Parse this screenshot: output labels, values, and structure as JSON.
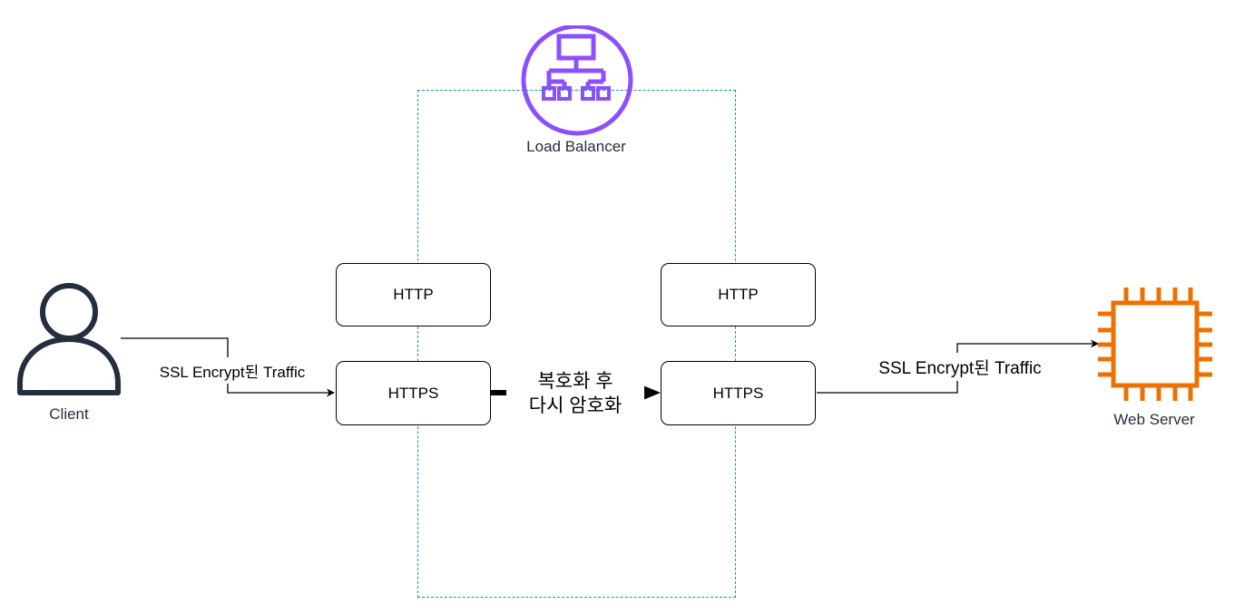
{
  "diagram": {
    "load_balancer": {
      "label": "Load Balancer",
      "icon": "load-balancer-icon",
      "color": "#8c4fff",
      "boundary_color": "#1f8ec2"
    },
    "client": {
      "label": "Client",
      "icon": "user-icon",
      "color": "#232f3e"
    },
    "web_server": {
      "label": "Web Server",
      "icon": "ec2-instance-icon",
      "color": "#ed7100"
    },
    "listeners": {
      "left_http": "HTTP",
      "left_https": "HTTPS",
      "right_http": "HTTP",
      "right_https": "HTTPS"
    },
    "edges": {
      "client_to_lb": "SSL Encrypt된 Traffic",
      "lb_internal_line1": "복호화 후",
      "lb_internal_line2": "다시 암호화",
      "lb_to_server": "SSL Encrypt된 Traffic"
    }
  }
}
